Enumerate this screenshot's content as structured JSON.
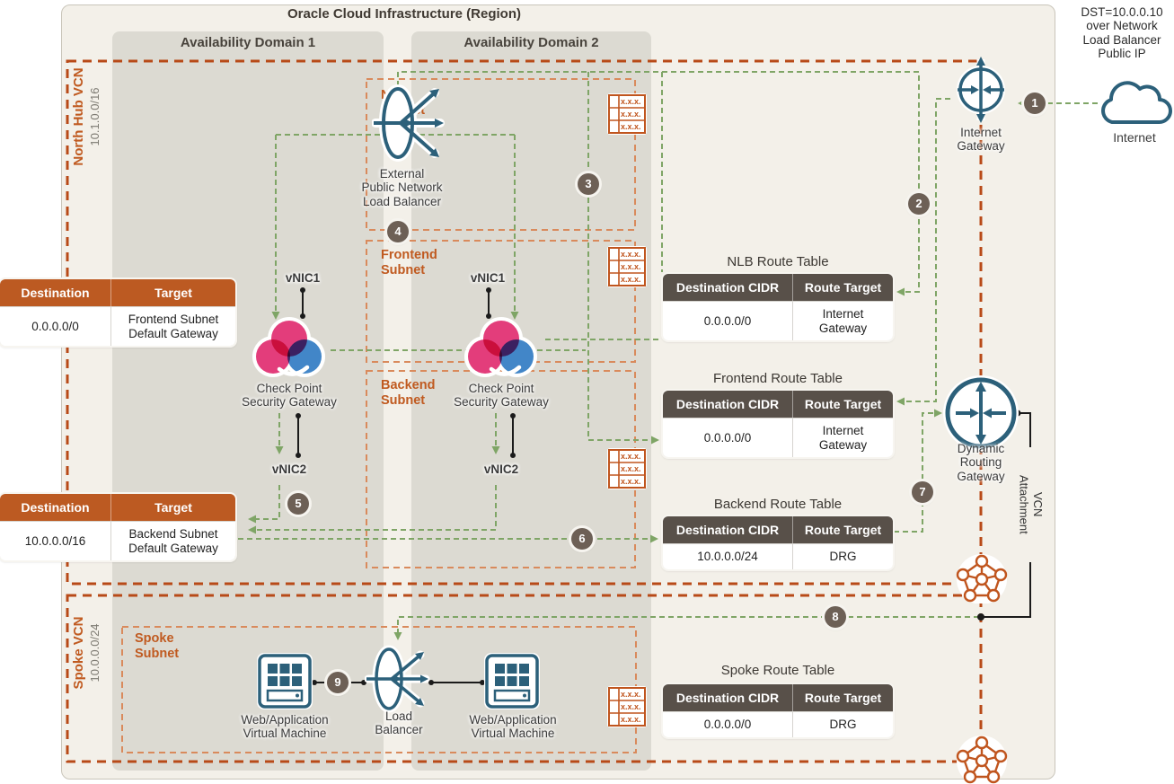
{
  "region": {
    "title": "Oracle Cloud Infrastructure (Region)"
  },
  "availability_domains": [
    "Availability Domain 1",
    "Availability Domain 2"
  ],
  "vcns": {
    "north": {
      "name": "North Hub VCN",
      "cidr": "10.1.0.0/16"
    },
    "spoke": {
      "name": "Spoke VCN",
      "cidr": "10.0.0.0/24"
    }
  },
  "subnets": {
    "nlb": "NLB\nSubnet",
    "frontend": "Frontend\nSubnet",
    "backend": "Backend\nSubnet",
    "spoke": "Spoke\nSubnet"
  },
  "nodes": {
    "external_lb": "External\nPublic Network\nLoad Balancer",
    "checkpoint": "Check Point\nSecurity Gateway",
    "vnic1": "vNIC1",
    "vnic2": "vNIC2",
    "internet_gateway": "Internet\nGateway",
    "drg": "Dynamic\nRouting\nGateway",
    "internet": "Internet",
    "load_balancer": "Load\nBalancer",
    "web_vm": "Web/Application\nVirtual Machine",
    "vcn_attachment": "VCN\nAttachment",
    "dst_note": "DST=10.0.0.10\nover Network\nLoad Balancer\nPublic IP",
    "route_table_icon": "x.x.x."
  },
  "steps": [
    "1",
    "2",
    "3",
    "4",
    "5",
    "6",
    "7",
    "8",
    "9"
  ],
  "route_tables": {
    "nlb": {
      "title": "NLB Route Table",
      "headers": [
        "Destination CIDR",
        "Route Target"
      ],
      "rows": [
        [
          "0.0.0.0/0",
          "Internet\nGateway"
        ]
      ]
    },
    "frontend": {
      "title": "Frontend Route Table",
      "headers": [
        "Destination CIDR",
        "Route Target"
      ],
      "rows": [
        [
          "0.0.0.0/0",
          "Internet\nGateway"
        ]
      ]
    },
    "backend": {
      "title": "Backend Route Table",
      "headers": [
        "Destination CIDR",
        "Route Target"
      ],
      "rows": [
        [
          "10.0.0.0/24",
          "DRG"
        ]
      ]
    },
    "spoke": {
      "title": "Spoke Route Table",
      "headers": [
        "Destination CIDR",
        "Route Target"
      ],
      "rows": [
        [
          "0.0.0.0/0",
          "DRG"
        ]
      ]
    }
  },
  "gateway_tables": {
    "frontend": {
      "headers": [
        "Destination",
        "Target"
      ],
      "rows": [
        [
          "0.0.0.0/0",
          "Frontend Subnet\nDefault Gateway"
        ]
      ]
    },
    "backend": {
      "headers": [
        "Destination",
        "Target"
      ],
      "rows": [
        [
          "10.0.0.0/16",
          "Backend Subnet\nDefault Gateway"
        ]
      ]
    }
  },
  "colors": {
    "region_bg": "#f3f0e9",
    "ad_bg": "#dcdad2",
    "vcn_border": "#b84a18",
    "subnet_border": "#d98a5c",
    "flow_green": "#7fa566",
    "teal_icon": "#2c607a",
    "dark_table_header": "#585049",
    "orange_table_header": "#bc5a22",
    "step_circle": "#6d6056",
    "checkpoint_pink": "#e33d7b",
    "checkpoint_blue": "#4286c8"
  }
}
